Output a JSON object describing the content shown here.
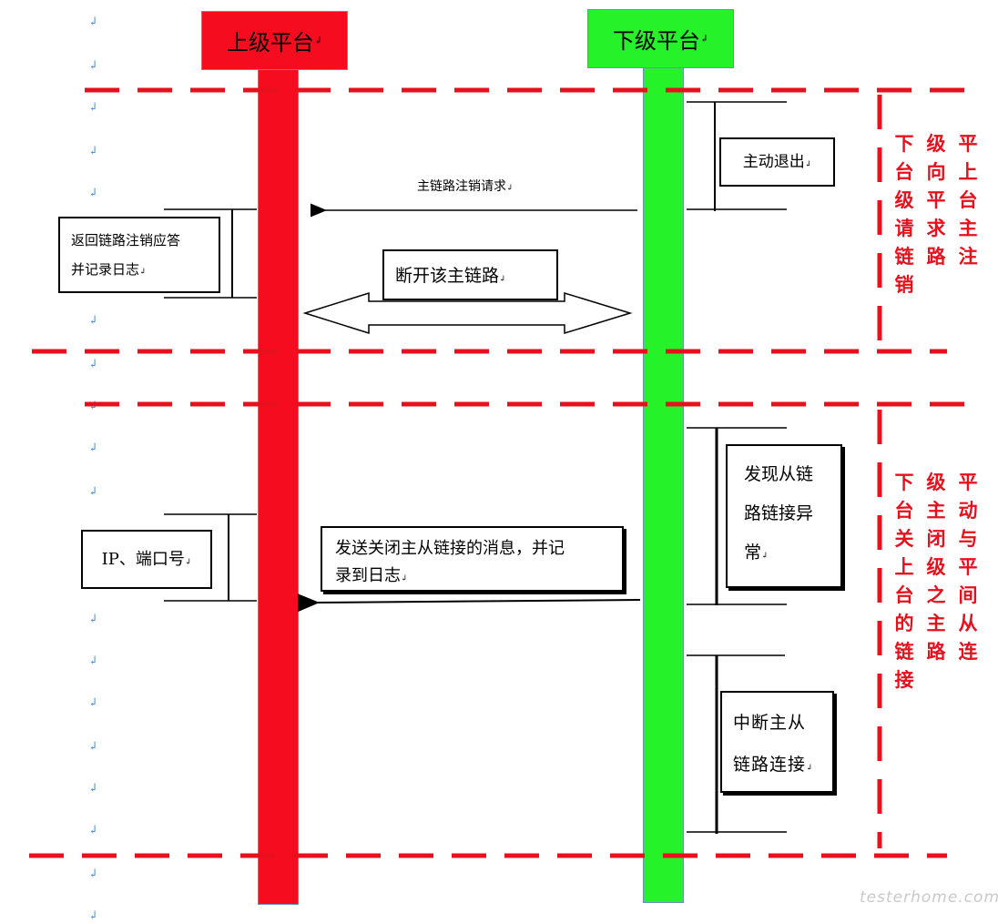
{
  "upper_platform": {
    "label": "上级平台",
    "color": "#f50c1e"
  },
  "lower_platform": {
    "label": "下级平台",
    "color": "#26f22a"
  },
  "section1": {
    "lower_action": "主动退出",
    "request_message": "主链路注销请求",
    "upper_response": [
      "返回链路注销应答",
      "并记录日志"
    ],
    "disconnect": "断开该主链路",
    "side_label": {
      "col1": "下台级请链销",
      "col2": "级向平求路",
      "col3": "平上台主注"
    }
  },
  "section2": {
    "lower_detect": [
      "发现从链",
      "路链接异",
      "常"
    ],
    "close_message": [
      "发送关闭主从链接的消息，并记",
      "录到日志"
    ],
    "upper_record": "IP、端口号",
    "lower_interrupt": [
      "中断主从",
      "链路连接"
    ],
    "side_label": {
      "col1": "下台关上台的链接",
      "col2": "级主闭级之主路",
      "col3": "平动与平间从连"
    }
  },
  "paragraph_mark": "↲",
  "watermark": "testerhome.com",
  "colors": {
    "dash": "#e8101c",
    "arrow": "#000000",
    "mark": "#4a90d9"
  }
}
